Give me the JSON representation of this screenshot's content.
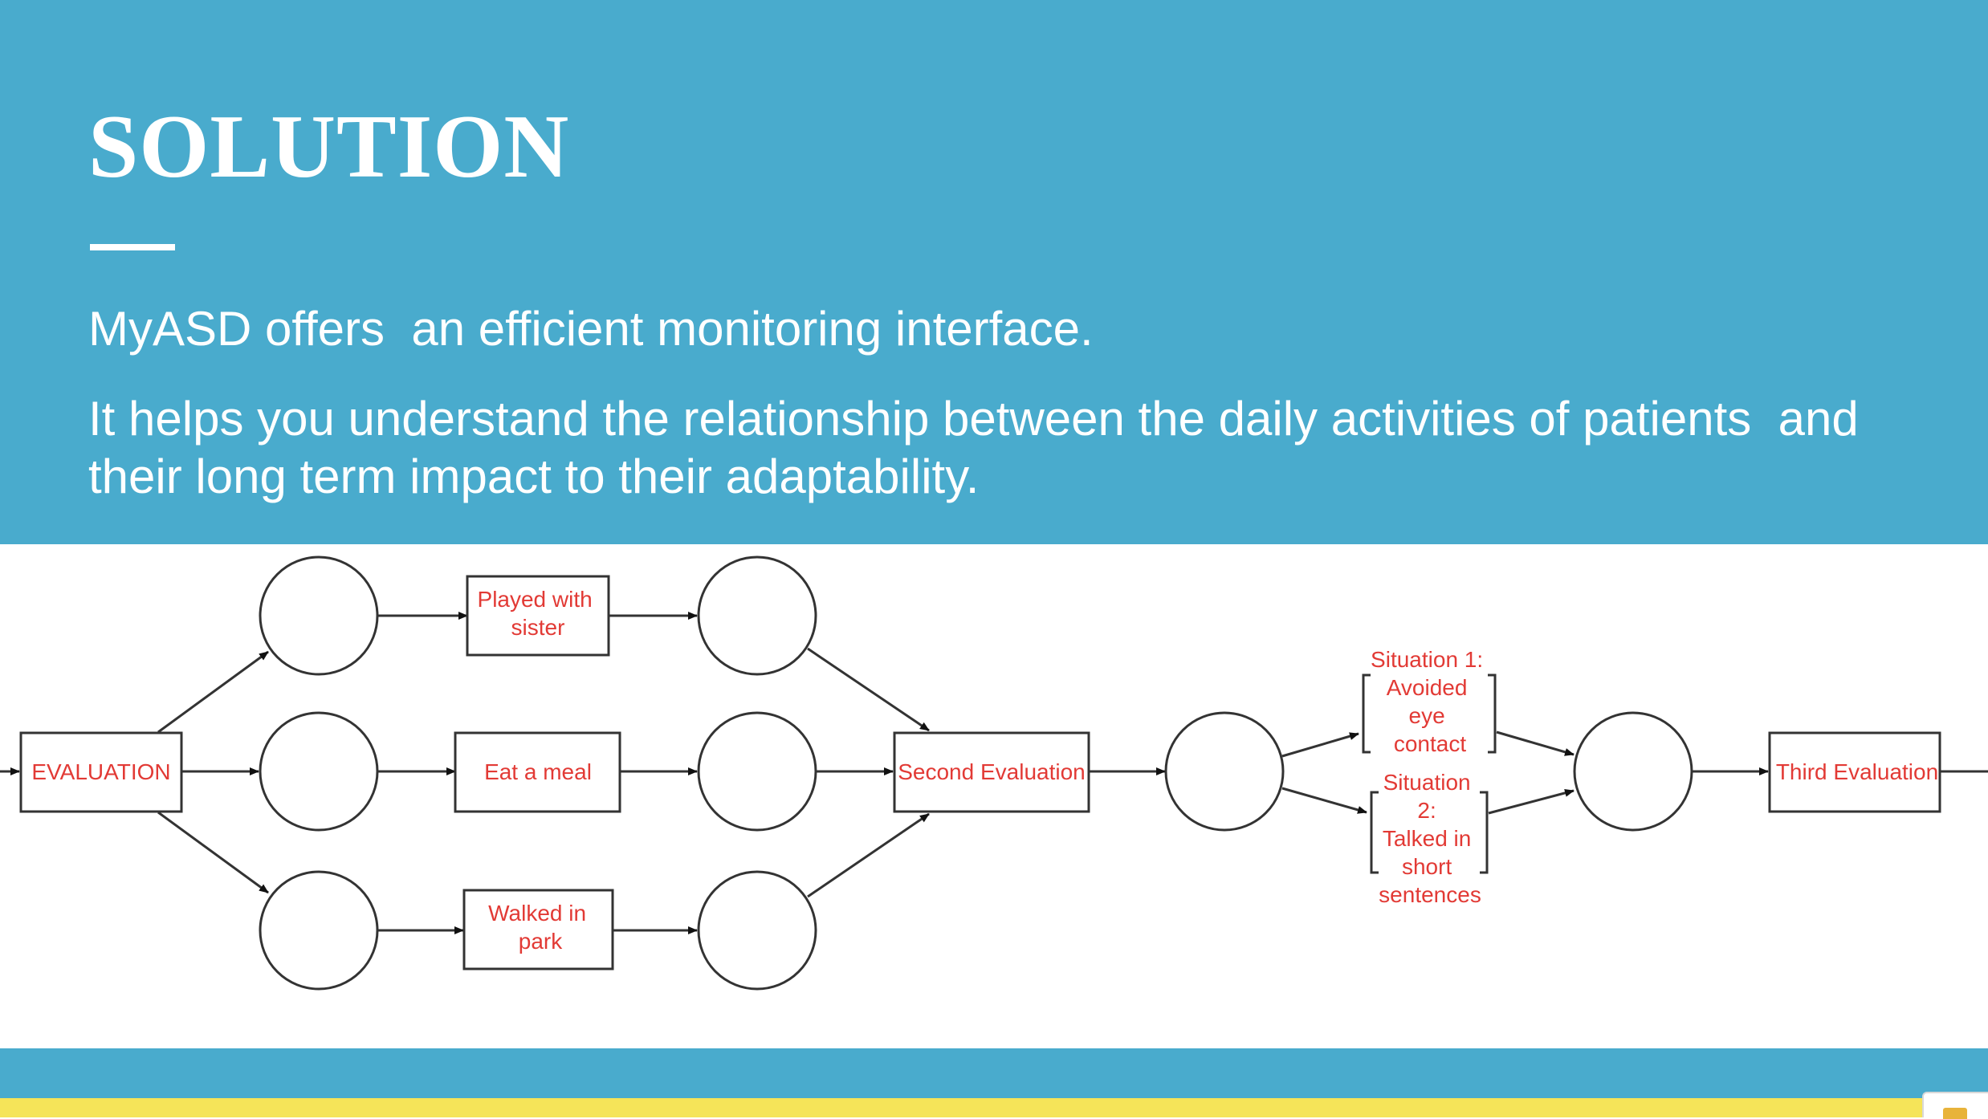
{
  "slide": {
    "title": "SOLUTION",
    "paragraph1": "MyASD offers  an efficient monitoring interface.",
    "paragraph2": "It helps you understand the relationship between the daily activities of patients  and their long term impact to their adaptability."
  },
  "diagram": {
    "evaluation": "EVALUATION",
    "activity1": [
      "Played with",
      "sister"
    ],
    "activity2": "Eat a meal",
    "activity3": [
      "Walked in",
      "park"
    ],
    "second_evaluation": "Second Evaluation",
    "situation1": [
      "Situation 1:",
      "Avoided",
      "eye",
      "contact"
    ],
    "situation2": [
      "Situation",
      "2:",
      "Talked in",
      "short",
      "sentences"
    ],
    "third_evaluation": "Third Evaluation"
  },
  "colors": {
    "band": "#49abcd",
    "accent_strip": "#f5e459",
    "diagram_text": "#e23a35",
    "diagram_stroke": "#333333"
  },
  "icons": {
    "corner_widget": "yellow-tab-icon"
  }
}
